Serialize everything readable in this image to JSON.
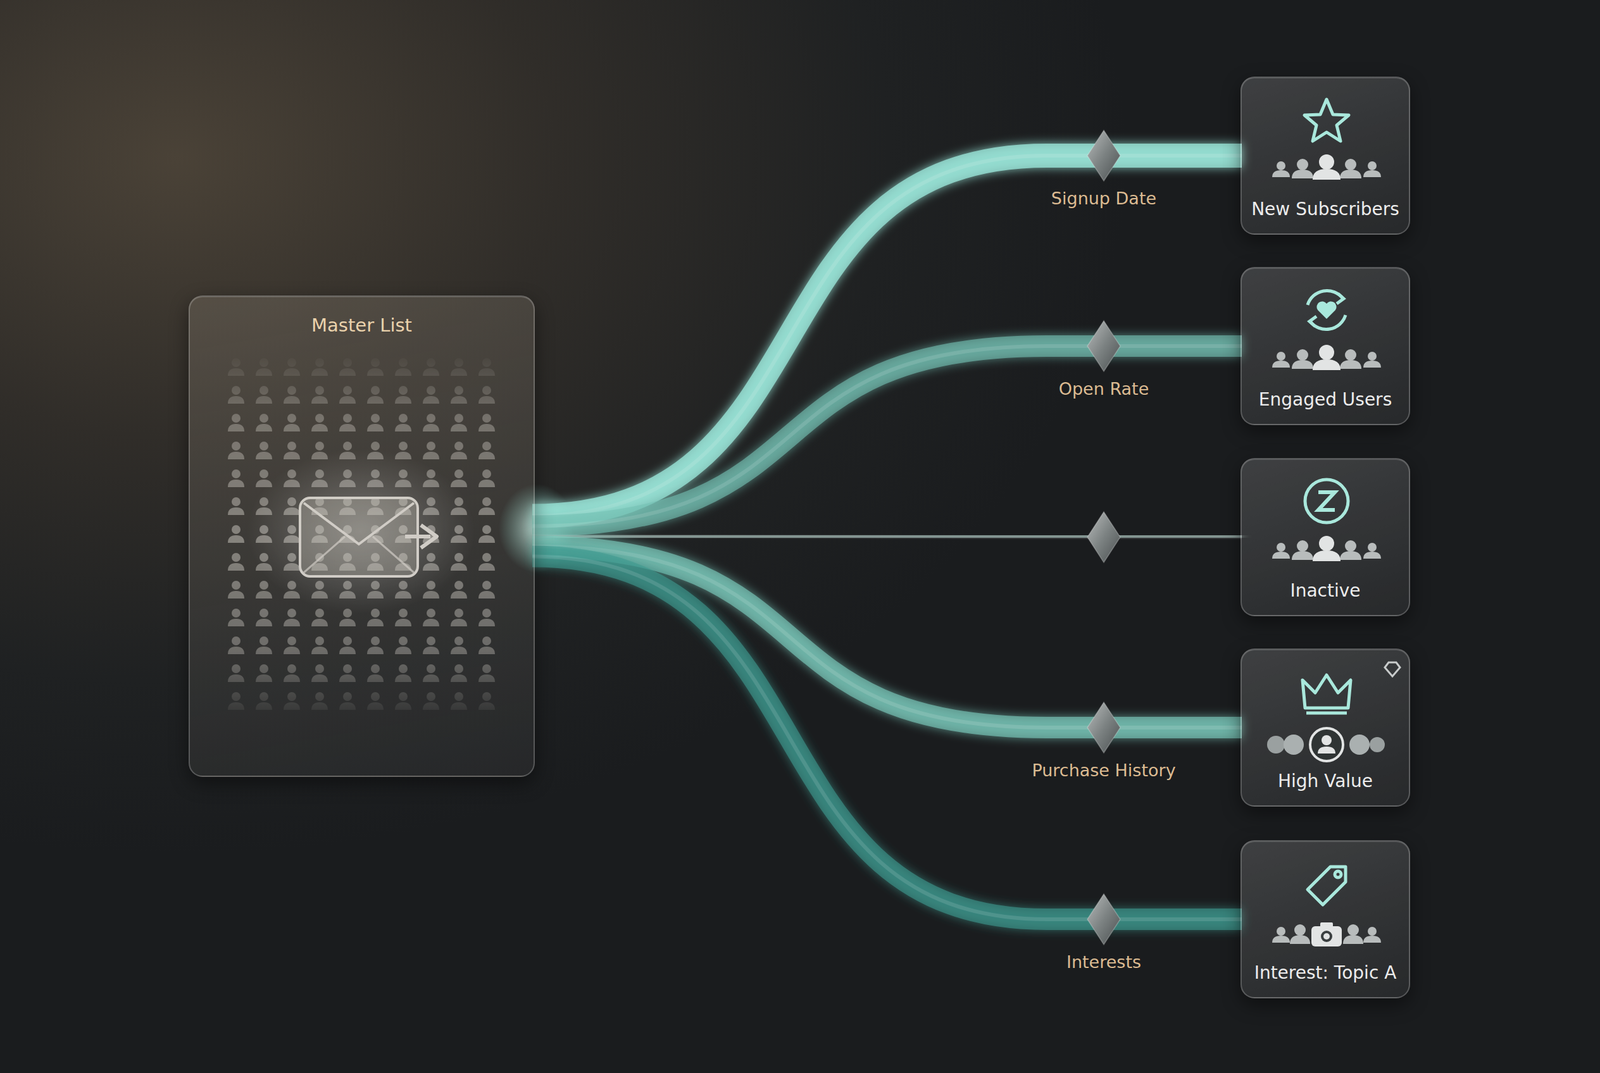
{
  "diagram": {
    "nodes": [
      {
        "text": [
          "Master List"
        ]
      },
      {
        "text": [
          "New Subscribers"
        ]
      },
      {
        "text": [
          "Engaged Users"
        ]
      },
      {
        "text": [
          "Inactive"
        ]
      },
      {
        "text": [
          "High Value"
        ]
      },
      {
        "text": [
          "Interest: Topic A"
        ]
      }
    ],
    "edges": [
      {
        "from": 0,
        "to": 1,
        "arrow": "none",
        "label": "Signup Date"
      },
      {
        "from": 0,
        "to": 2,
        "arrow": "none",
        "label": "Open Rate"
      },
      {
        "from": 0,
        "to": 3,
        "arrow": "none"
      },
      {
        "from": 0,
        "to": 4,
        "arrow": "none",
        "label": "Purchase History"
      },
      {
        "from": 0,
        "to": 5,
        "arrow": "none",
        "label": "Interests"
      }
    ]
  }
}
